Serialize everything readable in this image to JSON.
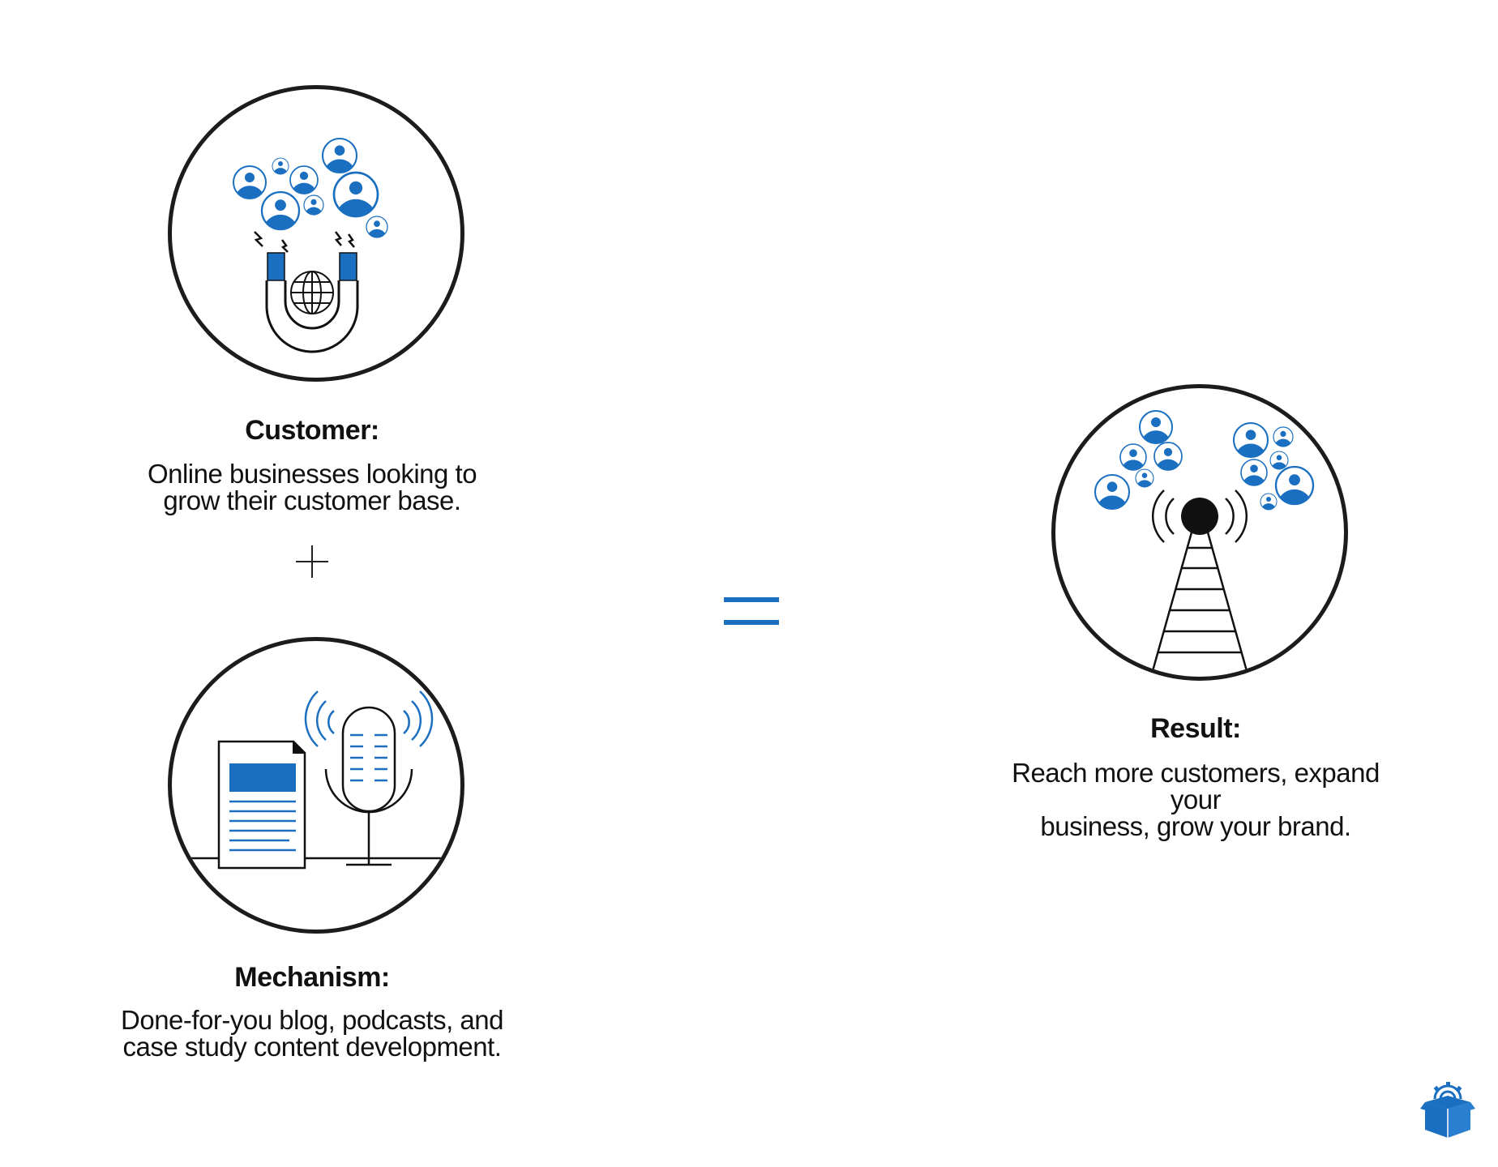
{
  "customer": {
    "title": "Customer:",
    "description_lines": [
      "Online businesses looking to",
      "grow their customer base."
    ],
    "icon": "magnet-attracting-people-icon"
  },
  "mechanism": {
    "title": "Mechanism:",
    "description_lines": [
      "Done-for-you blog, podcasts, and",
      "case study content development."
    ],
    "icon": "document-and-microphone-icon"
  },
  "result": {
    "title": "Result:",
    "description_lines": [
      "Reach more customers, expand your",
      "business, grow your brand."
    ],
    "icon": "broadcast-tower-people-icon"
  },
  "operators": {
    "plus": "plus-icon",
    "equals": "equals-icon"
  },
  "colors": {
    "accent": "#1b6fc0",
    "outline": "#1c1c1c",
    "background": "#ffffff"
  },
  "logo": "box-gear-logo"
}
